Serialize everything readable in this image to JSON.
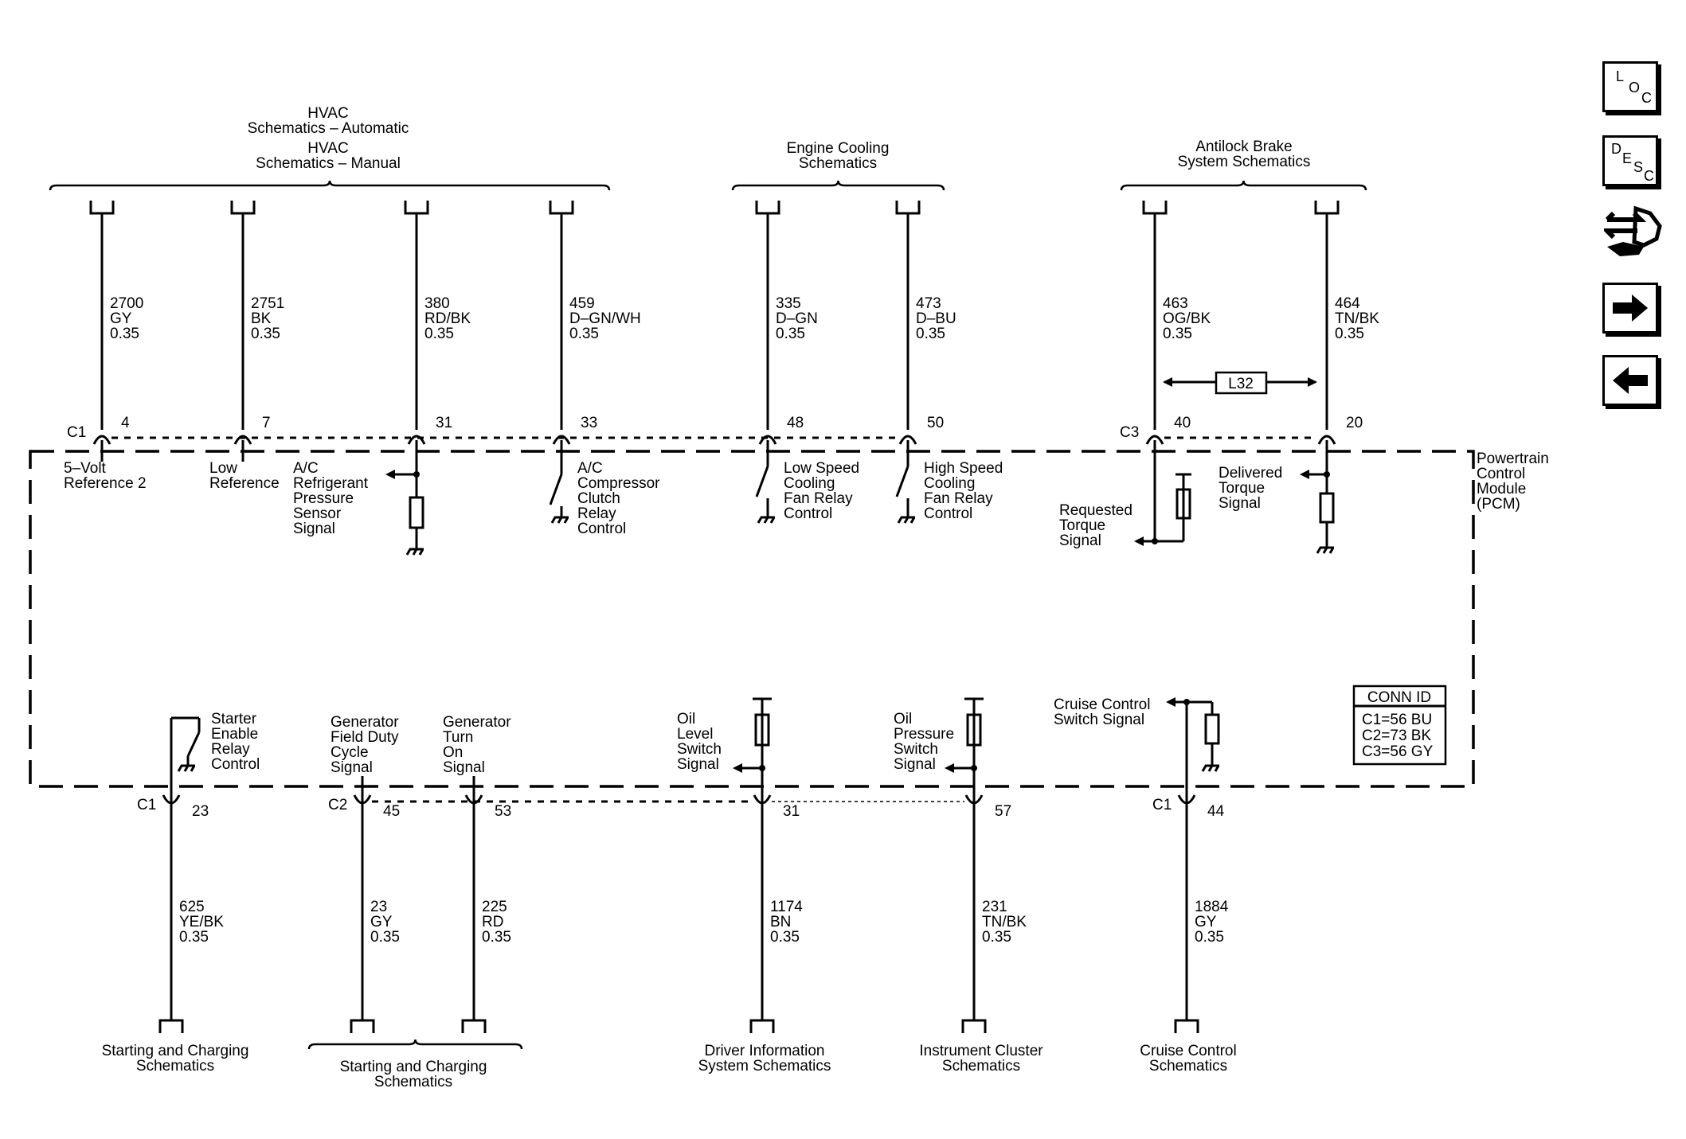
{
  "top_groups": {
    "hvac_auto": [
      "HVAC",
      "Schematics – Automatic"
    ],
    "hvac_manual": [
      "HVAC",
      "Schematics – Manual"
    ],
    "engine_cooling": [
      "Engine Cooling",
      "Schematics"
    ],
    "abs": [
      "Antilock Brake",
      "System Schematics"
    ]
  },
  "bottom_groups": {
    "starting1": [
      "Starting and Charging",
      "Schematics"
    ],
    "starting2": [
      "Starting and Charging",
      "Schematics"
    ],
    "driver_info": [
      "Driver Information",
      "System Schematics"
    ],
    "instrument": [
      "Instrument Cluster",
      "Schematics"
    ],
    "cruise": [
      "Cruise Control",
      "Schematics"
    ]
  },
  "top_wires": [
    {
      "circuit": "2700",
      "color": "GY",
      "gauge": "0.35",
      "pin": "4",
      "connector": "C1",
      "label": [
        "5–Volt",
        "Reference 2"
      ]
    },
    {
      "circuit": "2751",
      "color": "BK",
      "gauge": "0.35",
      "pin": "7",
      "connector": "",
      "label": [
        "Low",
        "Reference"
      ]
    },
    {
      "circuit": "380",
      "color": "RD/BK",
      "gauge": "0.35",
      "pin": "31",
      "connector": "",
      "label": [
        "A/C",
        "Refrigerant",
        "Pressure",
        "Sensor",
        "Signal"
      ]
    },
    {
      "circuit": "459",
      "color": "D–GN/WH",
      "gauge": "0.35",
      "pin": "33",
      "connector": "",
      "label": [
        "A/C",
        "Compressor",
        "Clutch",
        "Relay",
        "Control"
      ]
    },
    {
      "circuit": "335",
      "color": "D–GN",
      "gauge": "0.35",
      "pin": "48",
      "connector": "",
      "label": [
        "Low Speed",
        "Cooling",
        "Fan Relay",
        "Control"
      ]
    },
    {
      "circuit": "473",
      "color": "D–BU",
      "gauge": "0.35",
      "pin": "50",
      "connector": "",
      "label": [
        "High Speed",
        "Cooling",
        "Fan Relay",
        "Control"
      ]
    },
    {
      "circuit": "463",
      "color": "OG/BK",
      "gauge": "0.35",
      "pin": "40",
      "connector": "C3",
      "label": [
        "Requested",
        "Torque",
        "Signal"
      ]
    },
    {
      "circuit": "464",
      "color": "TN/BK",
      "gauge": "0.35",
      "pin": "20",
      "connector": "",
      "label": [
        "Delivered",
        "Torque",
        "Signal"
      ]
    }
  ],
  "bottom_wires": [
    {
      "circuit": "625",
      "color": "YE/BK",
      "gauge": "0.35",
      "pin": "23",
      "connector": "C1",
      "label": [
        "Starter",
        "Enable",
        "Relay",
        "Control"
      ]
    },
    {
      "circuit": "23",
      "color": "GY",
      "gauge": "0.35",
      "pin": "45",
      "connector": "C2",
      "label": [
        "Generator",
        "Field Duty",
        "Cycle",
        "Signal"
      ]
    },
    {
      "circuit": "225",
      "color": "RD",
      "gauge": "0.35",
      "pin": "53",
      "connector": "",
      "label": [
        "Generator",
        "Turn",
        "On",
        "Signal"
      ]
    },
    {
      "circuit": "1174",
      "color": "BN",
      "gauge": "0.35",
      "pin": "31",
      "connector": "",
      "label": [
        "Oil",
        "Level",
        "Switch",
        "Signal"
      ]
    },
    {
      "circuit": "231",
      "color": "TN/BK",
      "gauge": "0.35",
      "pin": "57",
      "connector": "",
      "label": [
        "Oil",
        "Pressure",
        "Switch",
        "Signal"
      ]
    },
    {
      "circuit": "1884",
      "color": "GY",
      "gauge": "0.35",
      "pin": "44",
      "connector": "C1",
      "label": [
        "Cruise Control",
        "Switch Signal"
      ]
    }
  ],
  "option_label": "L32",
  "module_label": [
    "Powertrain",
    "Control",
    "Module",
    "(PCM)"
  ],
  "conn_id": {
    "title": "CONN ID",
    "rows": [
      "C1=56 BU",
      "C2=73 BK",
      "C3=56 GY"
    ]
  },
  "nav": {
    "loc": [
      "L",
      "O",
      "C"
    ],
    "desc": [
      "D",
      "E",
      "S",
      "C"
    ],
    "tools_icon": "wrench-hand-icon",
    "next_icon": "arrow-right-icon",
    "prev_icon": "arrow-left-icon"
  }
}
